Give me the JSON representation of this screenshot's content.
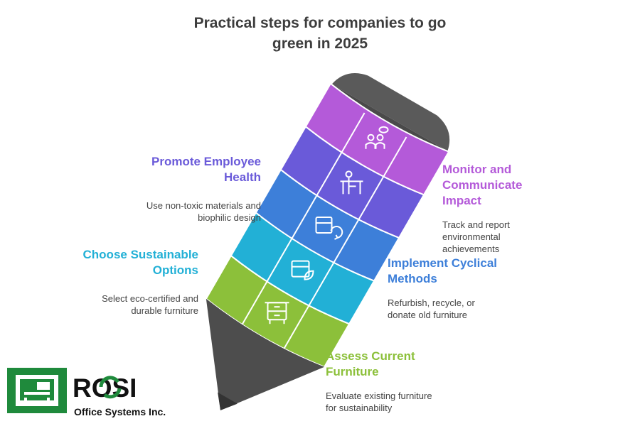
{
  "title": {
    "line1": "Practical steps for companies to go",
    "line2": "green in 2025"
  },
  "steps": {
    "monitor": {
      "heading_lines": [
        "Monitor and",
        "Communicate",
        "Impact"
      ],
      "desc_lines": [
        "Track and report",
        "environmental",
        "achievements"
      ],
      "color": "#b45ad9"
    },
    "implement": {
      "heading_lines": [
        "Implement Cyclical",
        "Methods"
      ],
      "desc_lines": [
        "Refurbish, recycle, or",
        "donate old furniture"
      ],
      "color": "#3d7fd9"
    },
    "assess": {
      "heading_lines": [
        "Assess Current",
        "Furniture"
      ],
      "desc_lines": [
        "Evaluate existing furniture",
        "for sustainability"
      ],
      "color": "#8cc03a"
    },
    "promote": {
      "heading_lines": [
        "Promote Employee",
        "Health"
      ],
      "desc_lines": [
        "Use non-toxic materials and",
        "biophilic design"
      ],
      "color": "#6a5ad9"
    },
    "choose": {
      "heading_lines": [
        "Choose Sustainable",
        "Options"
      ],
      "desc_lines": [
        "Select eco-certified and",
        "durable furniture"
      ],
      "color": "#22b0d6"
    }
  },
  "pencil": {
    "segments": [
      {
        "name": "assess",
        "color": "#8cc03a",
        "icon": "nightstand-icon"
      },
      {
        "name": "choose",
        "color": "#22b0d6",
        "icon": "box-leaf-icon"
      },
      {
        "name": "implement",
        "color": "#3d7fd9",
        "icon": "box-recycle-icon"
      },
      {
        "name": "promote",
        "color": "#6a5ad9",
        "icon": "person-desk-icon"
      },
      {
        "name": "monitor",
        "color": "#b45ad9",
        "icon": "people-chat-icon"
      }
    ],
    "tip_color": "#4d4d4d",
    "eraser_color": "#5a5a5a"
  },
  "logo": {
    "brand": "ROSI",
    "tagline": "Office Systems Inc.",
    "color": "#1f8a3c"
  }
}
